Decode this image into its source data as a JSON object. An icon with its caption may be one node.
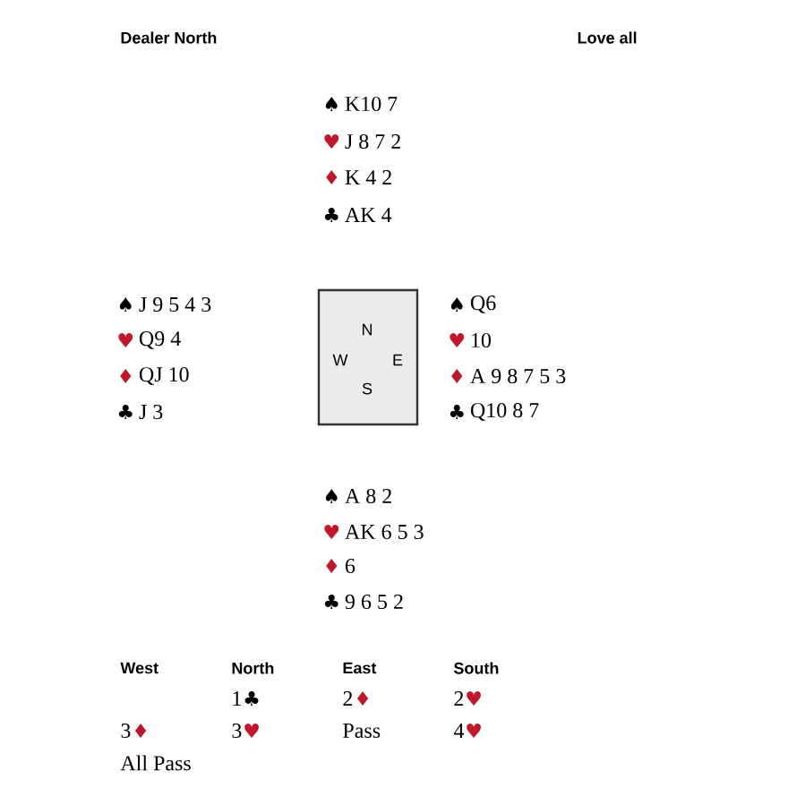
{
  "diagram": {
    "nodes": [
      {
        "text": [
          "N",
          "W",
          "E",
          "S"
        ]
      }
    ],
    "labels": [
      "Dealer North",
      "Love all",
      "♠",
      "K10 7",
      "♥",
      "J 8 7 2",
      "♦",
      "K 4 2",
      "♣",
      "AK 4",
      "♠",
      "J 9 5 4 3",
      "♥",
      "Q9 4",
      "♦",
      "QJ 10",
      "♣",
      "J 3",
      "♠",
      "Q6",
      "♥",
      "10",
      "♦",
      "A 9 8 7 5 3",
      "♣",
      "Q10 8 7",
      "♠",
      "A 8 2",
      "♥",
      "AK 6 5 3",
      "♦",
      "6",
      "♣",
      "9 6 5 2",
      "West",
      "North",
      "East",
      "South",
      "1",
      "♣",
      "2",
      "♦",
      "2",
      "♥",
      "3",
      "♦",
      "3",
      "♥",
      "Pass",
      "4",
      "♥",
      "All Pass"
    ]
  }
}
